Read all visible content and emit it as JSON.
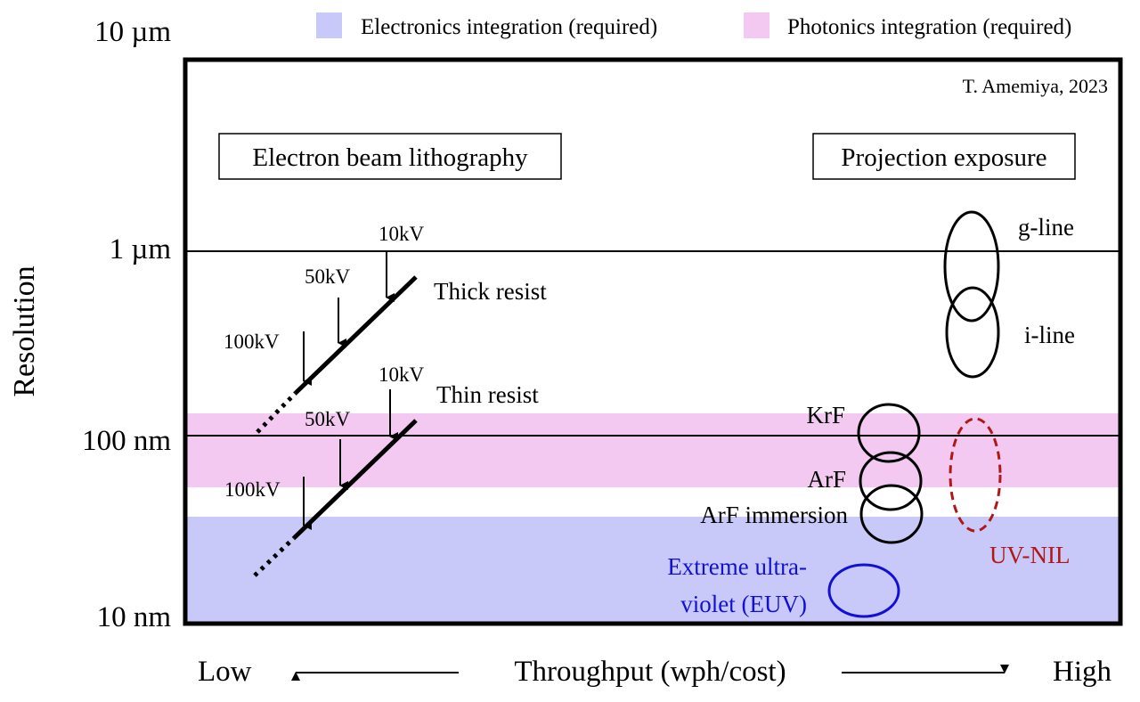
{
  "legend": [
    {
      "label": "Electronics integration (required)",
      "color": "#c9c9f9"
    },
    {
      "label": "Photonics integration (required)",
      "color": "#f3c9f1"
    }
  ],
  "credit": "T. Amemiya, 2023",
  "y_axis": {
    "title": "Resolution",
    "ticks": [
      "10 µm",
      "1 µm",
      "100 nm",
      "10 nm"
    ]
  },
  "x_axis": {
    "title": "Throughput (wph/cost)",
    "low_label": "Low",
    "high_label": "High"
  },
  "regions": {
    "electron_beam": "Electron beam lithography",
    "projection": "Projection exposure"
  },
  "ebl": {
    "thick": {
      "label": "Thick resist",
      "voltages": [
        "100kV",
        "50kV",
        "10kV"
      ]
    },
    "thin": {
      "label": "Thin resist",
      "voltages": [
        "100kV",
        "50kV",
        "10kV"
      ]
    }
  },
  "projection": {
    "g_line": "g-line",
    "i_line": "i-line",
    "krf": "KrF",
    "arf": "ArF",
    "arf_immersion": "ArF immersion",
    "euv_line1": "Extreme ultra-",
    "euv_line2": "violet (EUV)",
    "uv_nil": "UV-NIL"
  },
  "colors": {
    "electronics_band": "#c9c9f9",
    "photonics_band": "#f3c9f1",
    "euv": "#1010d8",
    "uv_nil": "#b01818",
    "ink": "#000000"
  }
}
